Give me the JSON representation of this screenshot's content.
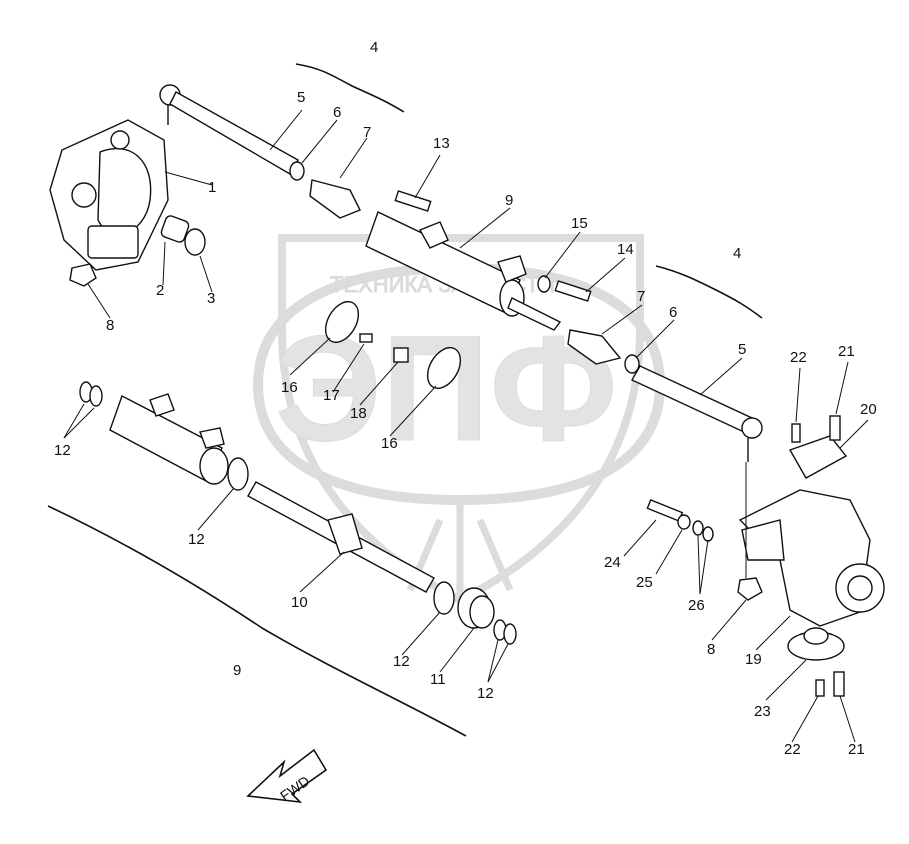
{
  "watermark": {
    "top_text": "ТЕХНИКА  ЗАПЧАСТИ",
    "logo_text": "ЭПФ",
    "color": "#d9d9d9"
  },
  "direction_arrow": {
    "label": "FWD"
  },
  "callouts": [
    {
      "id": "c1",
      "text": "1"
    },
    {
      "id": "c2",
      "text": "2"
    },
    {
      "id": "c3",
      "text": "3"
    },
    {
      "id": "c4a",
      "text": "4"
    },
    {
      "id": "c4b",
      "text": "4"
    },
    {
      "id": "c5a",
      "text": "5"
    },
    {
      "id": "c5b",
      "text": "5"
    },
    {
      "id": "c6a",
      "text": "6"
    },
    {
      "id": "c6b",
      "text": "6"
    },
    {
      "id": "c7a",
      "text": "7"
    },
    {
      "id": "c7b",
      "text": "7"
    },
    {
      "id": "c8a",
      "text": "8"
    },
    {
      "id": "c8b",
      "text": "8"
    },
    {
      "id": "c9a",
      "text": "9"
    },
    {
      "id": "c9b",
      "text": "9"
    },
    {
      "id": "c10",
      "text": "10"
    },
    {
      "id": "c11",
      "text": "11"
    },
    {
      "id": "c12a",
      "text": "12"
    },
    {
      "id": "c12b",
      "text": "12"
    },
    {
      "id": "c12c",
      "text": "12"
    },
    {
      "id": "c12d",
      "text": "12"
    },
    {
      "id": "c13",
      "text": "13"
    },
    {
      "id": "c14",
      "text": "14"
    },
    {
      "id": "c15",
      "text": "15"
    },
    {
      "id": "c16a",
      "text": "16"
    },
    {
      "id": "c16b",
      "text": "16"
    },
    {
      "id": "c17",
      "text": "17"
    },
    {
      "id": "c18",
      "text": "18"
    },
    {
      "id": "c19",
      "text": "19"
    },
    {
      "id": "c20",
      "text": "20"
    },
    {
      "id": "c21a",
      "text": "21"
    },
    {
      "id": "c21b",
      "text": "21"
    },
    {
      "id": "c22a",
      "text": "22"
    },
    {
      "id": "c22b",
      "text": "22"
    },
    {
      "id": "c23",
      "text": "23"
    },
    {
      "id": "c24",
      "text": "24"
    },
    {
      "id": "c25",
      "text": "25"
    },
    {
      "id": "c26",
      "text": "26"
    }
  ]
}
